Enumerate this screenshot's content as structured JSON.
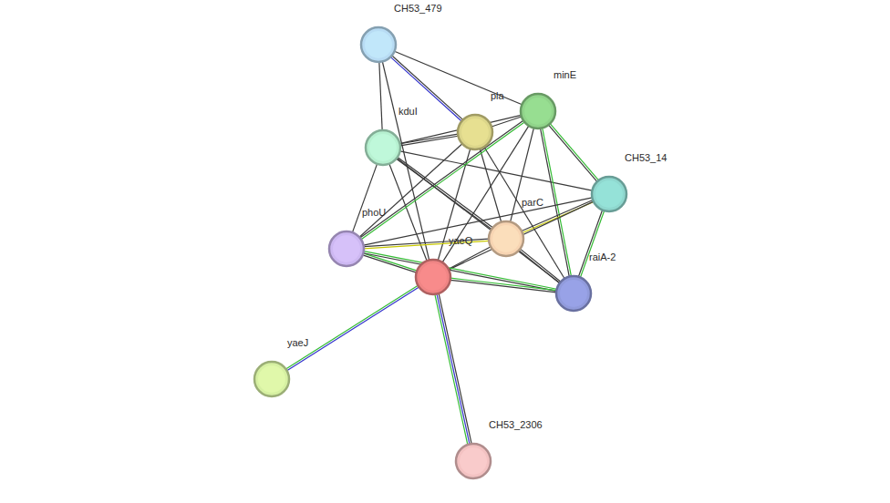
{
  "diagram": {
    "nodes": [
      {
        "text": [
          "CH53_479"
        ]
      },
      {
        "text": [
          "minE"
        ]
      },
      {
        "text": [
          "pla"
        ]
      },
      {
        "text": [
          "kduI"
        ]
      },
      {
        "text": [
          "CH53_14"
        ]
      },
      {
        "text": [
          "parC"
        ]
      },
      {
        "text": [
          "phoU"
        ]
      },
      {
        "text": [
          "yaeQ"
        ]
      },
      {
        "text": [
          "raiA-2"
        ]
      },
      {
        "text": [
          "yaeJ"
        ]
      },
      {
        "text": [
          "CH53_2306"
        ]
      }
    ],
    "edges": [
      {
        "from": 0,
        "to": 1,
        "arrow": "none"
      },
      {
        "from": 0,
        "to": 2,
        "arrow": "none"
      },
      {
        "from": 0,
        "to": 3,
        "arrow": "none"
      },
      {
        "from": 0,
        "to": 7,
        "arrow": "none"
      },
      {
        "from": 3,
        "to": 2,
        "arrow": "none"
      },
      {
        "from": 3,
        "to": 1,
        "arrow": "none"
      },
      {
        "from": 3,
        "to": 4,
        "arrow": "none"
      },
      {
        "from": 3,
        "to": 5,
        "arrow": "none"
      },
      {
        "from": 3,
        "to": 6,
        "arrow": "none"
      },
      {
        "from": 3,
        "to": 7,
        "arrow": "none"
      },
      {
        "from": 2,
        "to": 1,
        "arrow": "none"
      },
      {
        "from": 2,
        "to": 6,
        "arrow": "none"
      },
      {
        "from": 2,
        "to": 7,
        "arrow": "none"
      },
      {
        "from": 2,
        "to": 5,
        "arrow": "none"
      },
      {
        "from": 2,
        "to": 8,
        "arrow": "none"
      },
      {
        "from": 1,
        "to": 4,
        "arrow": "none"
      },
      {
        "from": 1,
        "to": 8,
        "arrow": "none"
      },
      {
        "from": 1,
        "to": 5,
        "arrow": "none"
      },
      {
        "from": 1,
        "to": 7,
        "arrow": "none"
      },
      {
        "from": 1,
        "to": 6,
        "arrow": "none"
      },
      {
        "from": 4,
        "to": 5,
        "arrow": "none"
      },
      {
        "from": 4,
        "to": 8,
        "arrow": "none"
      },
      {
        "from": 4,
        "to": 6,
        "arrow": "none"
      },
      {
        "from": 4,
        "to": 7,
        "arrow": "none"
      },
      {
        "from": 5,
        "to": 6,
        "arrow": "none"
      },
      {
        "from": 5,
        "to": 7,
        "arrow": "none"
      },
      {
        "from": 5,
        "to": 8,
        "arrow": "none"
      },
      {
        "from": 6,
        "to": 7,
        "arrow": "none"
      },
      {
        "from": 6,
        "to": 8,
        "arrow": "none"
      },
      {
        "from": 7,
        "to": 8,
        "arrow": "none"
      },
      {
        "from": 7,
        "to": 9,
        "arrow": "none"
      },
      {
        "from": 7,
        "to": 10,
        "arrow": "none"
      },
      {
        "from": 3,
        "to": 8,
        "arrow": "none"
      }
    ]
  }
}
